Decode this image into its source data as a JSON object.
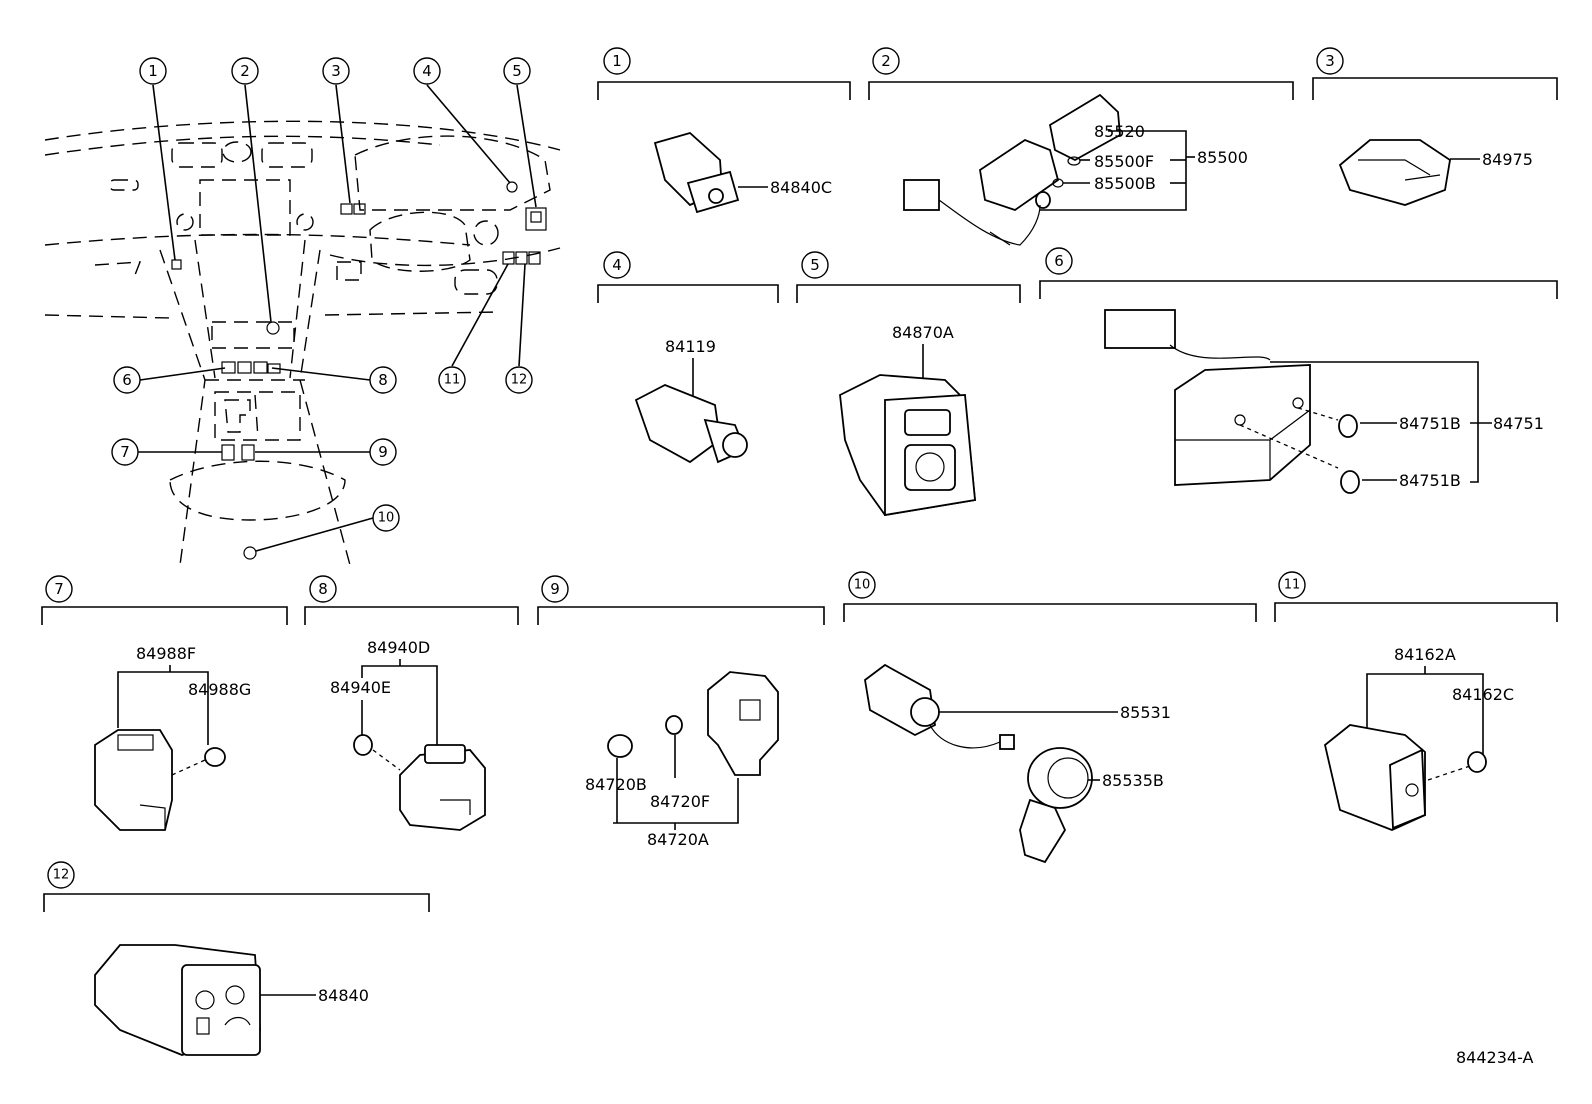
{
  "callouts": [
    "1",
    "2",
    "3",
    "4",
    "5",
    "6",
    "7",
    "8",
    "9",
    "10",
    "11",
    "12"
  ],
  "parts": {
    "p84840C": "84840C",
    "p85520": "85520",
    "p85500F": "85500F",
    "p85500": "85500",
    "p85500B": "85500B",
    "p84975": "84975",
    "p84119": "84119",
    "p84870A": "84870A",
    "p84751B_1": "84751B",
    "p84751": "84751",
    "p84751B_2": "84751B",
    "p84988F": "84988F",
    "p84988G": "84988G",
    "p84940D": "84940D",
    "p84940E": "84940E",
    "p84720B": "84720B",
    "p84720F": "84720F",
    "p84720A": "84720A",
    "p85531": "85531",
    "p85535B": "85535B",
    "p84162A": "84162A",
    "p84162C": "84162C",
    "p84840": "84840"
  },
  "diagram_id": "844234-A"
}
